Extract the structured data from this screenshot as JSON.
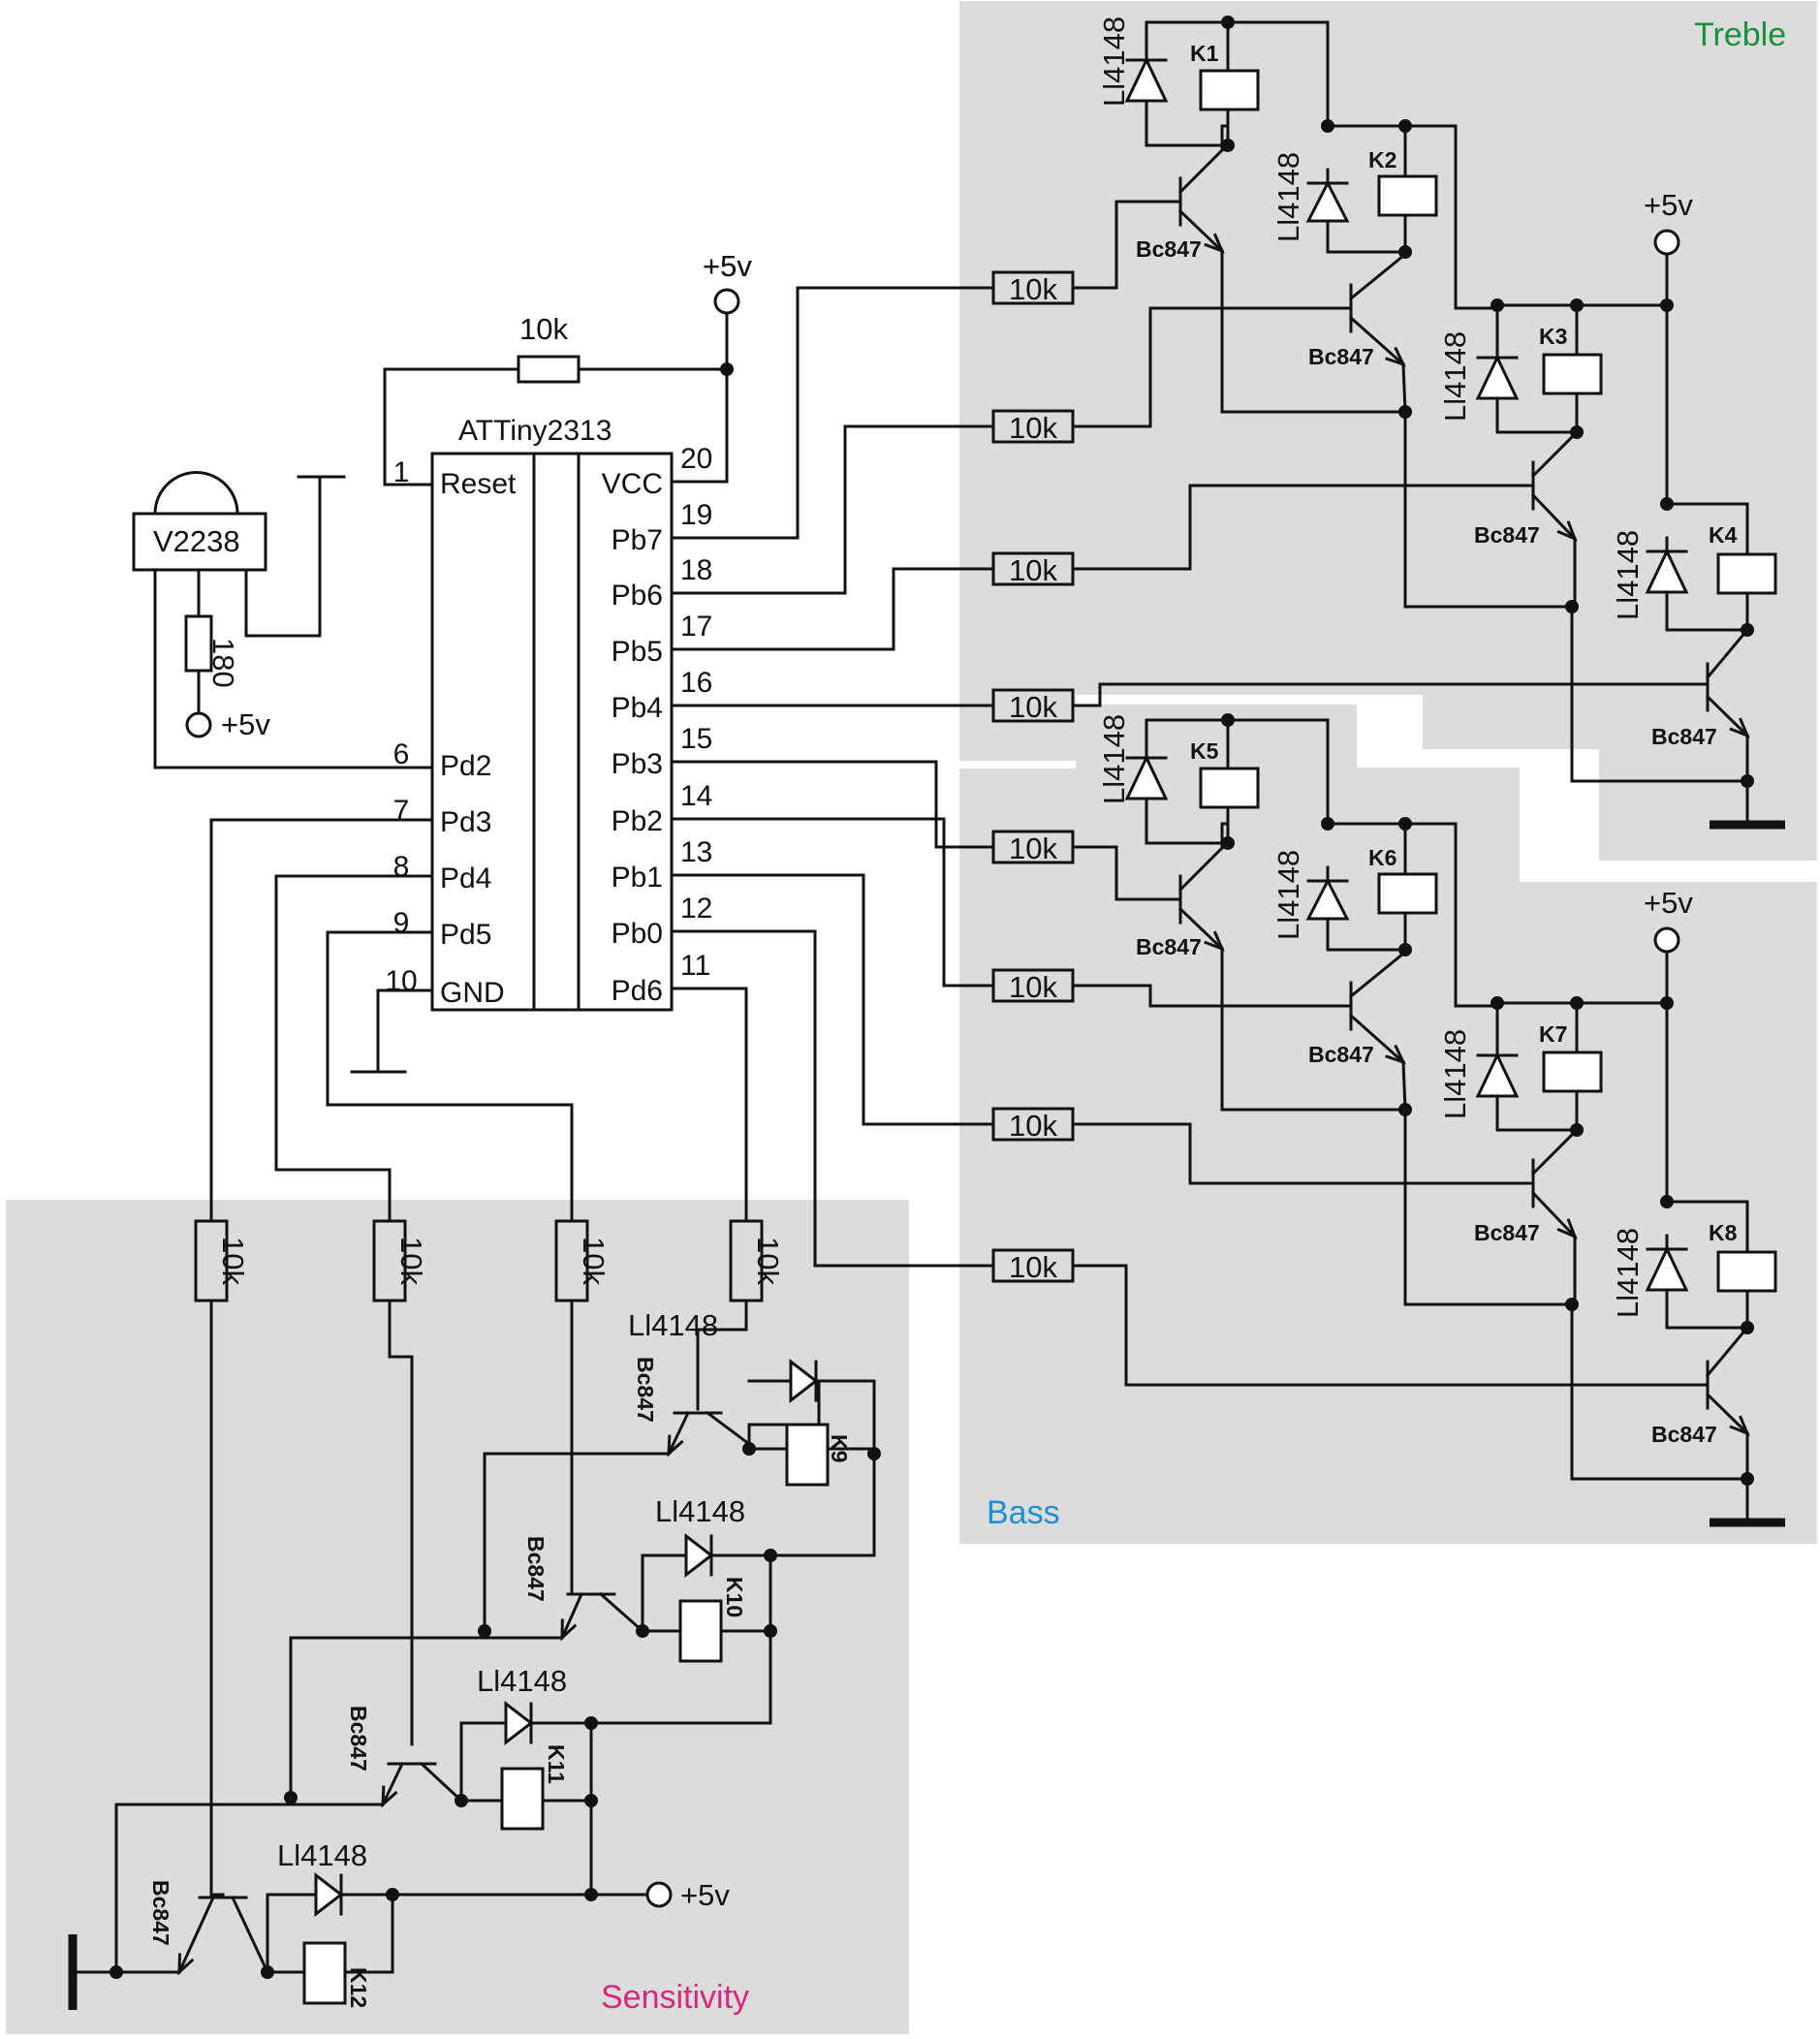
{
  "colors": {
    "background": "#ffffff",
    "wire": "#111111",
    "zone_fill": "#dcdcdc",
    "treble": "#1a8f3c",
    "bass": "#1e8fd6",
    "sensitivity": "#d6287e"
  },
  "mcu": {
    "name": "ATTiny2313",
    "left_pins": [
      {
        "num": "1",
        "name": "Reset"
      },
      {
        "num": "6",
        "name": "Pd2"
      },
      {
        "num": "7",
        "name": "Pd3"
      },
      {
        "num": "8",
        "name": "Pd4"
      },
      {
        "num": "9",
        "name": "Pd5"
      },
      {
        "num": "10",
        "name": "GND"
      }
    ],
    "right_pins": [
      {
        "num": "20",
        "name": "VCC"
      },
      {
        "num": "19",
        "name": "Pb7"
      },
      {
        "num": "18",
        "name": "Pb6"
      },
      {
        "num": "17",
        "name": "Pb5"
      },
      {
        "num": "16",
        "name": "Pb4"
      },
      {
        "num": "15",
        "name": "Pb3"
      },
      {
        "num": "14",
        "name": "Pb2"
      },
      {
        "num": "13",
        "name": "Pb1"
      },
      {
        "num": "12",
        "name": "Pb0"
      },
      {
        "num": "11",
        "name": "Pd6"
      }
    ]
  },
  "ir_receiver": {
    "name": "V2238",
    "resistor": "180"
  },
  "pullup_resistor": "10k",
  "supply": "+5v",
  "base_resistor": "10k",
  "diode": "Ll4148",
  "transistor": "Bc847",
  "zones": {
    "treble": "Treble",
    "bass": "Bass",
    "sensitivity": "Sensitivity"
  },
  "relays": [
    "K1",
    "K2",
    "K3",
    "K4",
    "K5",
    "K6",
    "K7",
    "K8",
    "K9",
    "K10",
    "K11",
    "K12"
  ]
}
